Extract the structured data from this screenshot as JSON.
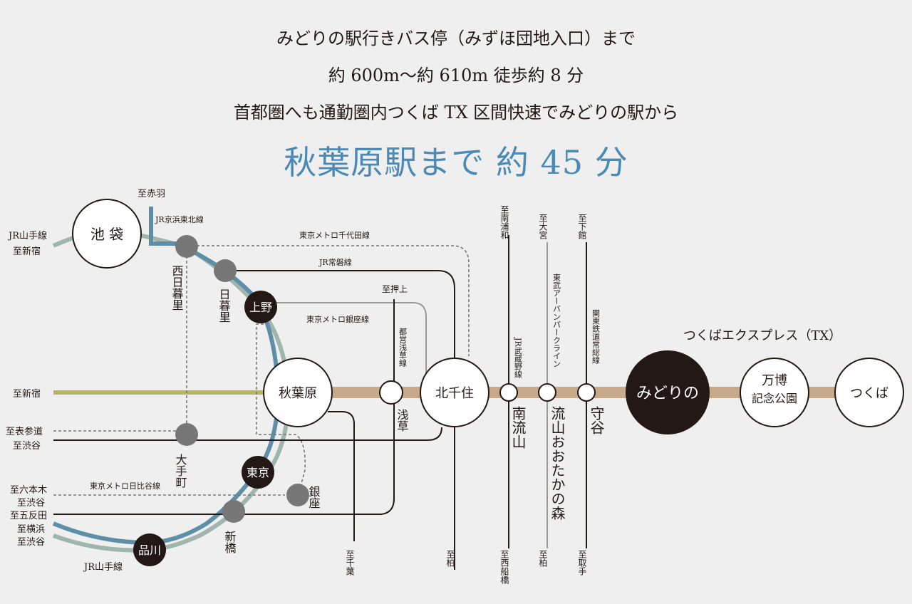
{
  "header": {
    "line1": "みどりの駅行きバス停（みずほ団地入口）まで",
    "line2": "約 600m〜約 610m 徒歩約 8 分",
    "line3": "首都圏へも通勤圏内つくば TX 区間快速でみどりの駅から",
    "headline": "秋葉原駅まで 約 45 分"
  },
  "line_labels": {
    "yamanote_top": "JR山手線",
    "yamanote_bottom": "JR山手線",
    "keihin_tohoku": "JR京浜東北線",
    "chiyoda": "東京メトロ千代田線",
    "joban": "JR常磐線",
    "ginza": "東京メトロ銀座線",
    "hibiya": "東京メトロ日比谷線",
    "asakusa": "都営浅草線",
    "musashino": "JR武蔵野線",
    "tobu_urban_park": "東武アーバンパークライン",
    "kanto_joso": "関東鉄道常総線",
    "tx": "つくばエクスプレス（TX）"
  },
  "stations": {
    "ikebukuro": "池 袋",
    "nishi_nippori": "西日暮里",
    "nippori": "日暮里",
    "ueno": "上野",
    "akihabara": "秋葉原",
    "asakusa": "浅草",
    "kita_senju": "北千住",
    "minami_nagareyama": "南流山",
    "nagareyama_otakanomori": "流山おおたかの森",
    "moriya": "守谷",
    "midorino": "みどりの",
    "banpaku_line1": "万博",
    "banpaku_line2": "記念公園",
    "tsukuba": "つくば",
    "otemachi": "大手町",
    "tokyo": "東京",
    "ginza": "銀座",
    "shimbashi": "新橋",
    "shinagawa": "品川"
  },
  "destinations": {
    "akabane": "至赤羽",
    "shinjuku_top": "至新宿",
    "shinjuku_mid": "至新宿",
    "omotesando": "至表参道",
    "shibuya_1": "至渋谷",
    "roppongi": "至六本木",
    "shibuya_2": "至渋谷",
    "gotanda": "至五反田",
    "yokohama": "至横浜",
    "shibuya_3": "至渋谷",
    "oshiage": "至押上",
    "minami_urawa": "至南浦和",
    "omiya": "至大宮",
    "shimodate": "至下館",
    "chiba": "至千葉",
    "kashiwa_1": "至柏",
    "nishi_funabashi": "至西船橋",
    "kashiwa_2": "至柏",
    "toride": "至取手"
  },
  "colors": {
    "tx_line": "#c7a98b",
    "yamanote": "#9fb5ad",
    "keihin_tohoku": "#5f8fa7",
    "sobu": "#b7b46e",
    "headline": "#4a8ab5",
    "station_dark": "#231815",
    "station_gray": "#777777"
  }
}
